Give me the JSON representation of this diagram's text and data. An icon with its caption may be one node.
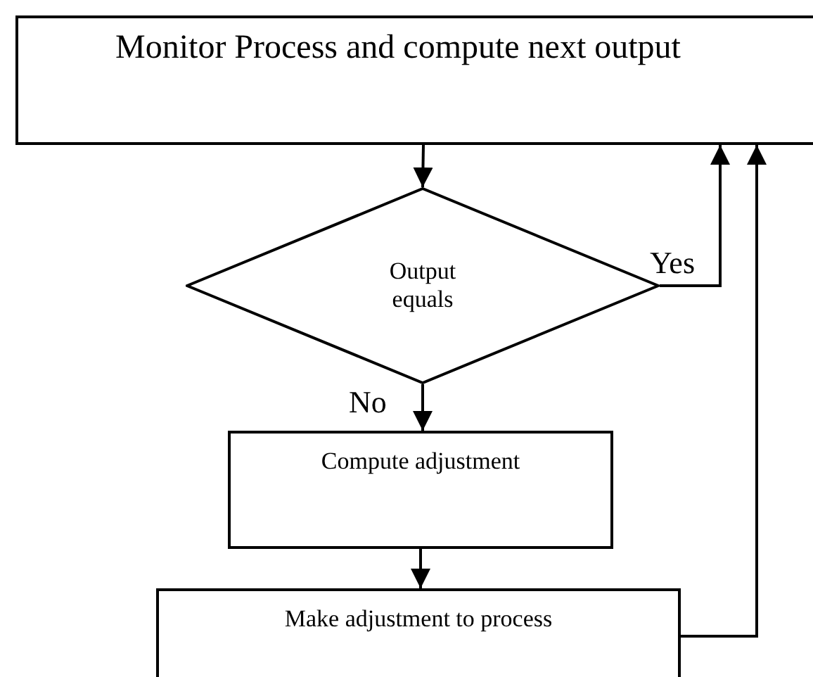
{
  "diagram": {
    "nodes": [
      {
        "text": [
          "Monitor Process and compute next output"
        ]
      },
      {
        "text": [
          "Output equals"
        ]
      },
      {
        "text": [
          "Compute adjustment"
        ]
      },
      {
        "text": [
          "Make adjustment to process"
        ]
      }
    ],
    "edges": [
      {
        "from": 0,
        "to": 1,
        "arrow": "to"
      },
      {
        "from": 1,
        "to": 0,
        "arrow": "to",
        "label": "Yes"
      },
      {
        "from": 1,
        "to": 2,
        "arrow": "to",
        "label": "No"
      },
      {
        "from": 2,
        "to": 3,
        "arrow": "to"
      },
      {
        "from": 3,
        "to": 0,
        "arrow": "to"
      }
    ]
  }
}
